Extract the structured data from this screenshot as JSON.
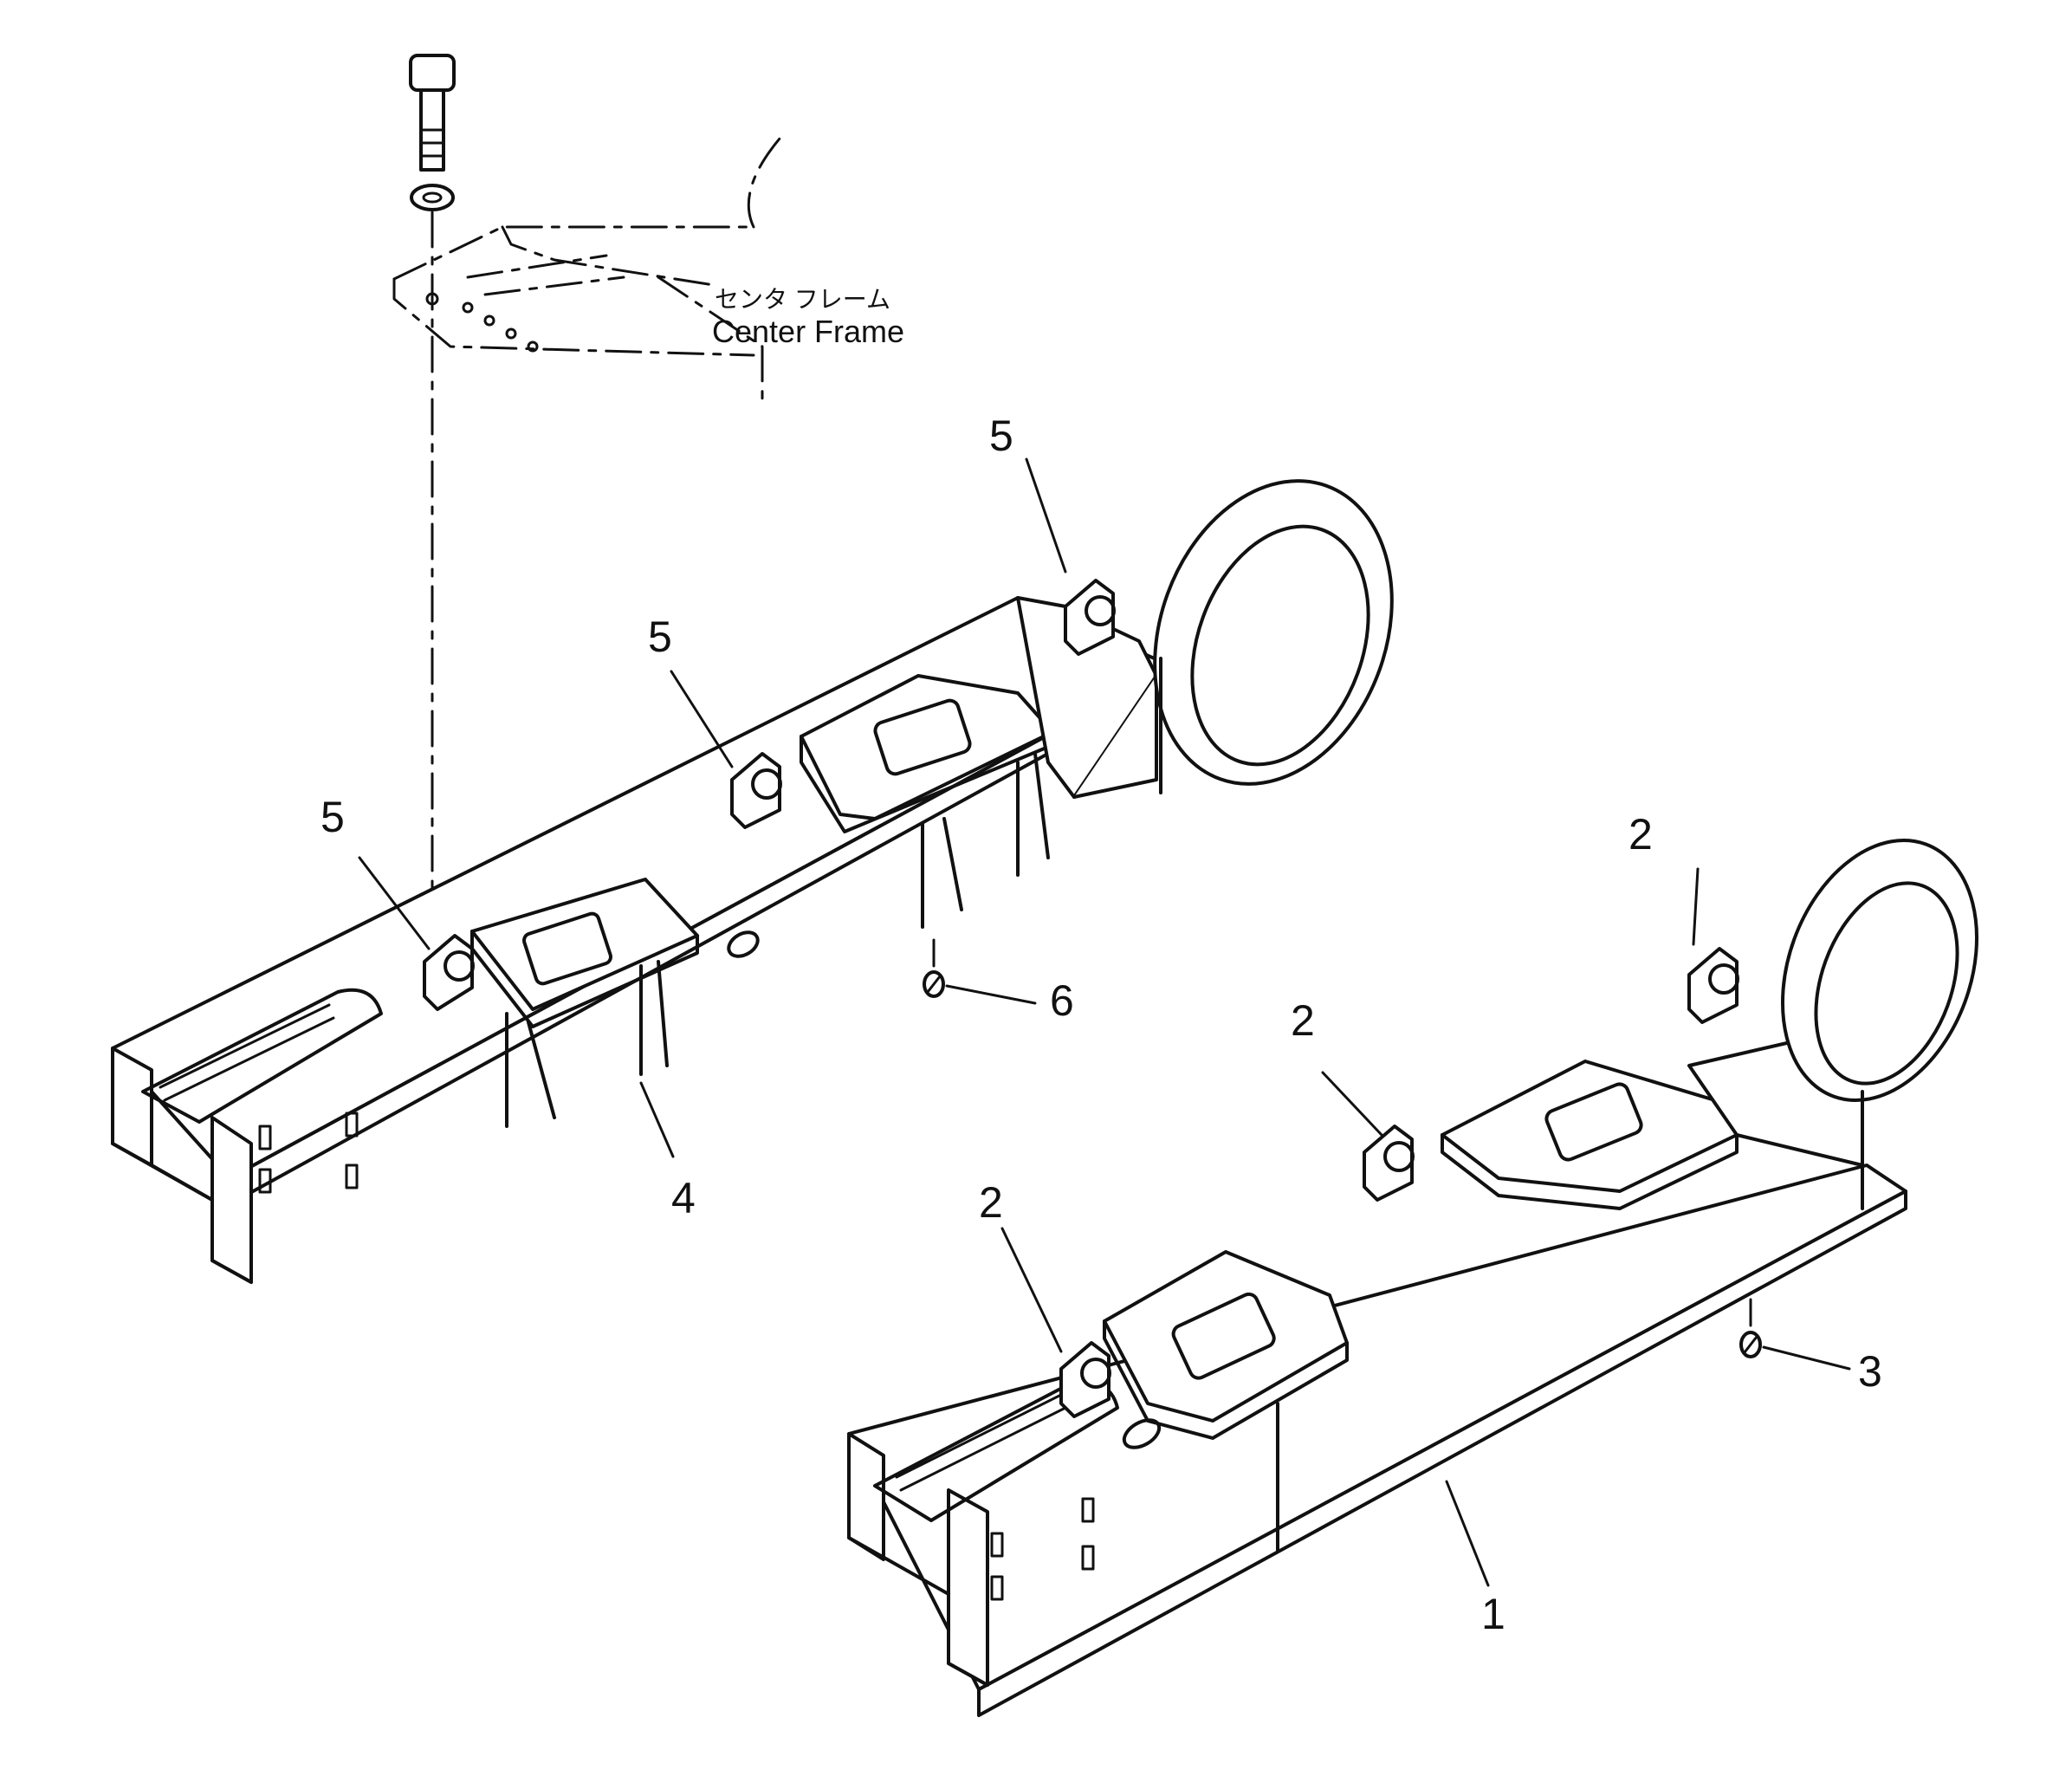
{
  "center_frame": {
    "label_jp": "センタ フレーム",
    "label_en": "Center Frame"
  },
  "callouts": {
    "part_1": "1",
    "part_2": "2",
    "part_3": "3",
    "part_4": "4",
    "part_5": "5",
    "part_6": "6"
  }
}
